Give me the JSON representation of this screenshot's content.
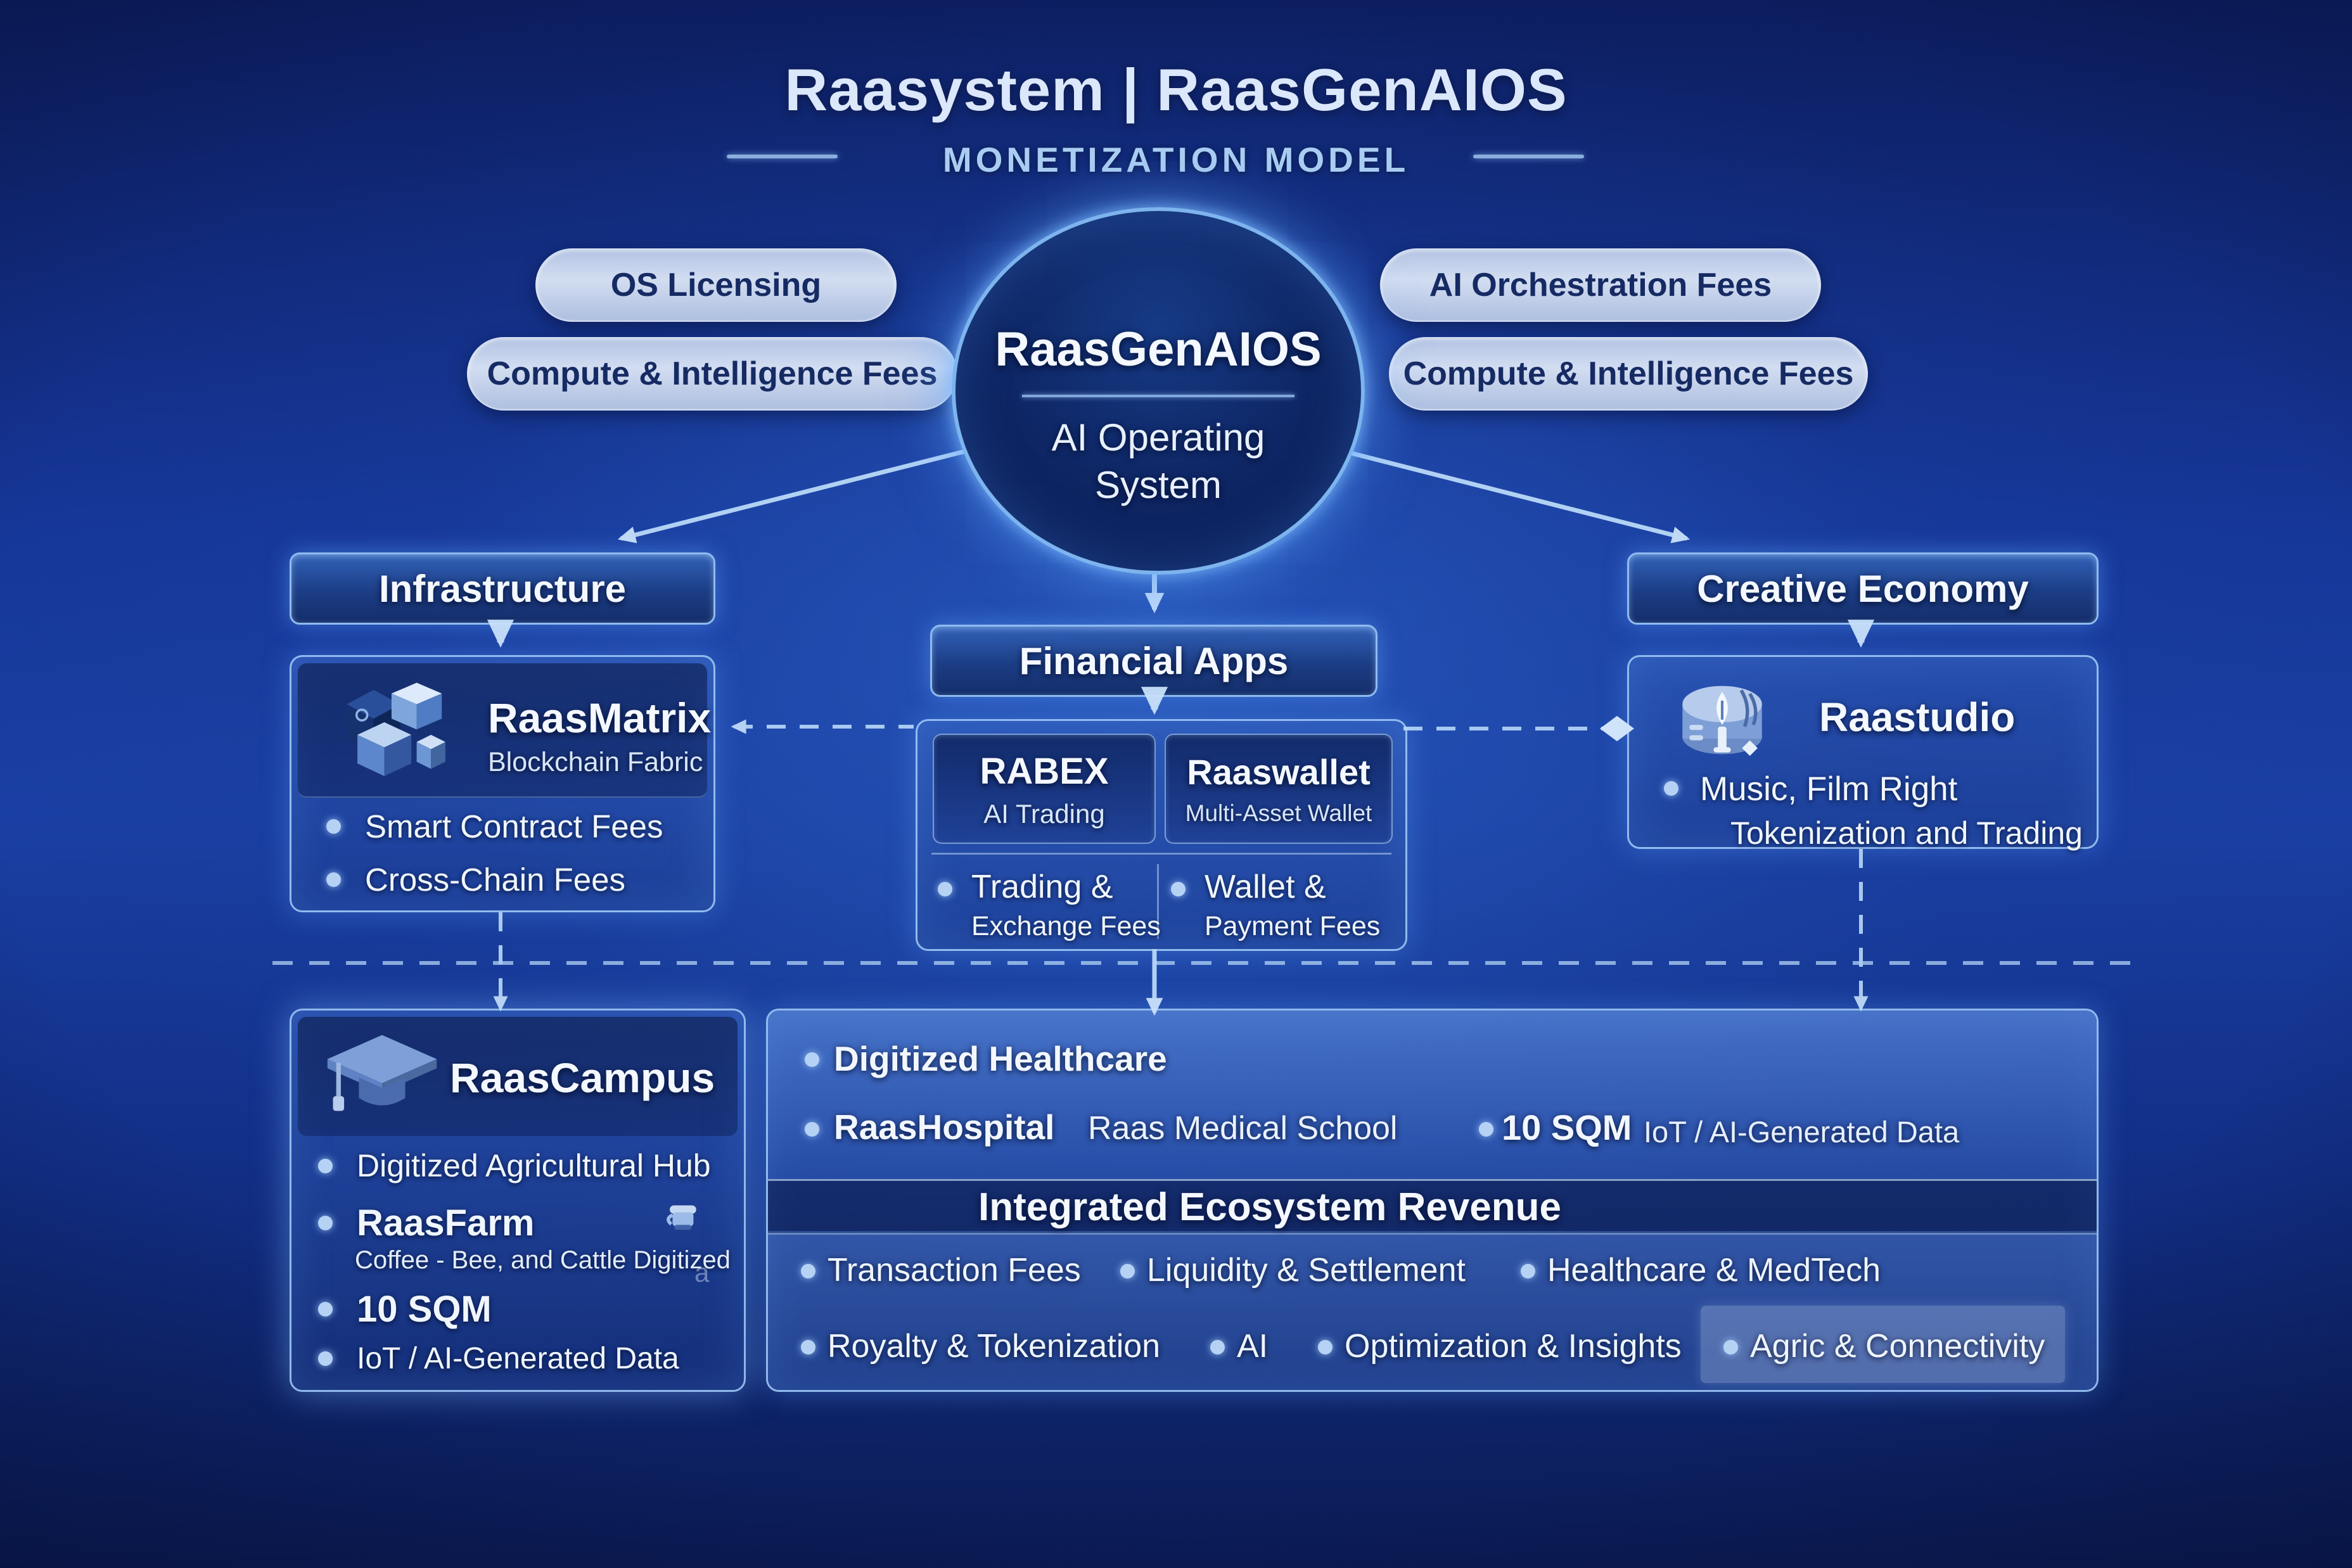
{
  "title": {
    "main": "Raasystem | RaasGenAIOS",
    "subtitle": "MONETIZATION MODEL"
  },
  "core": {
    "name": "RaasGenAIOS",
    "descriptor": "AI Operating System"
  },
  "pills": {
    "top_left": "OS Licensing",
    "bottom_left": "Compute & Intelligence Fees",
    "top_right": "AI Orchestration Fees",
    "bottom_right": "Compute & Intelligence Fees"
  },
  "infrastructure": {
    "header": "Infrastructure",
    "product": "RaasMatrix",
    "tagline": "Blockchain Fabric",
    "icon": "cubes-icon",
    "bullets": [
      "Smart Contract Fees",
      "Cross-Chain Fees"
    ]
  },
  "financial": {
    "header": "Financial Apps",
    "products": [
      {
        "name": "RABEX",
        "tagline": "AI Trading"
      },
      {
        "name": "Raaswallet",
        "tagline": "Multi-Asset Wallet"
      }
    ],
    "fees": [
      {
        "line1": "Trading &",
        "line2": "Exchange Fees"
      },
      {
        "line1": "Wallet &",
        "line2": "Payment Fees"
      }
    ]
  },
  "creative": {
    "header": "Creative Economy",
    "product": "Raastudio",
    "icon": "studio-icon",
    "bullet_line1": "Music, Film Right",
    "bullet_line2": "Tokenization and Trading"
  },
  "campus": {
    "product": "RaasCampus",
    "icon": "graduation-cap-icon",
    "bullet1": "Digitized Agricultural Hub",
    "bullet2_title": "RaasFarm",
    "bullet2_sub": "Coffee - Bee, and Cattle Digitized",
    "bullet3": "10 SQM",
    "bullet4": "IoT / AI-Generated Data",
    "stray_char": "a"
  },
  "ecosystem": {
    "healthcare": "Digitized Healthcare",
    "hospital": "RaasHospital",
    "medical_school": "Raas Medical School",
    "sqm": "10 SQM",
    "iot": "IoT / AI-Generated Data",
    "revenue_header": "Integrated Ecosystem Revenue",
    "revenue_row1": [
      "Transaction Fees",
      "Liquidity & Settlement",
      "Healthcare & MedTech"
    ],
    "revenue_row2": [
      "Royalty & Tokenization",
      "AI",
      "Optimization & Insights",
      "Agric & Connectivity"
    ]
  },
  "colors": {
    "background_deep": "#081543",
    "background_mid": "#16379a",
    "accent_glow": "#7db4ee",
    "pill_bg": "#c3d2ec",
    "pill_text": "#162a63",
    "text_light": "#f2f7ff"
  }
}
